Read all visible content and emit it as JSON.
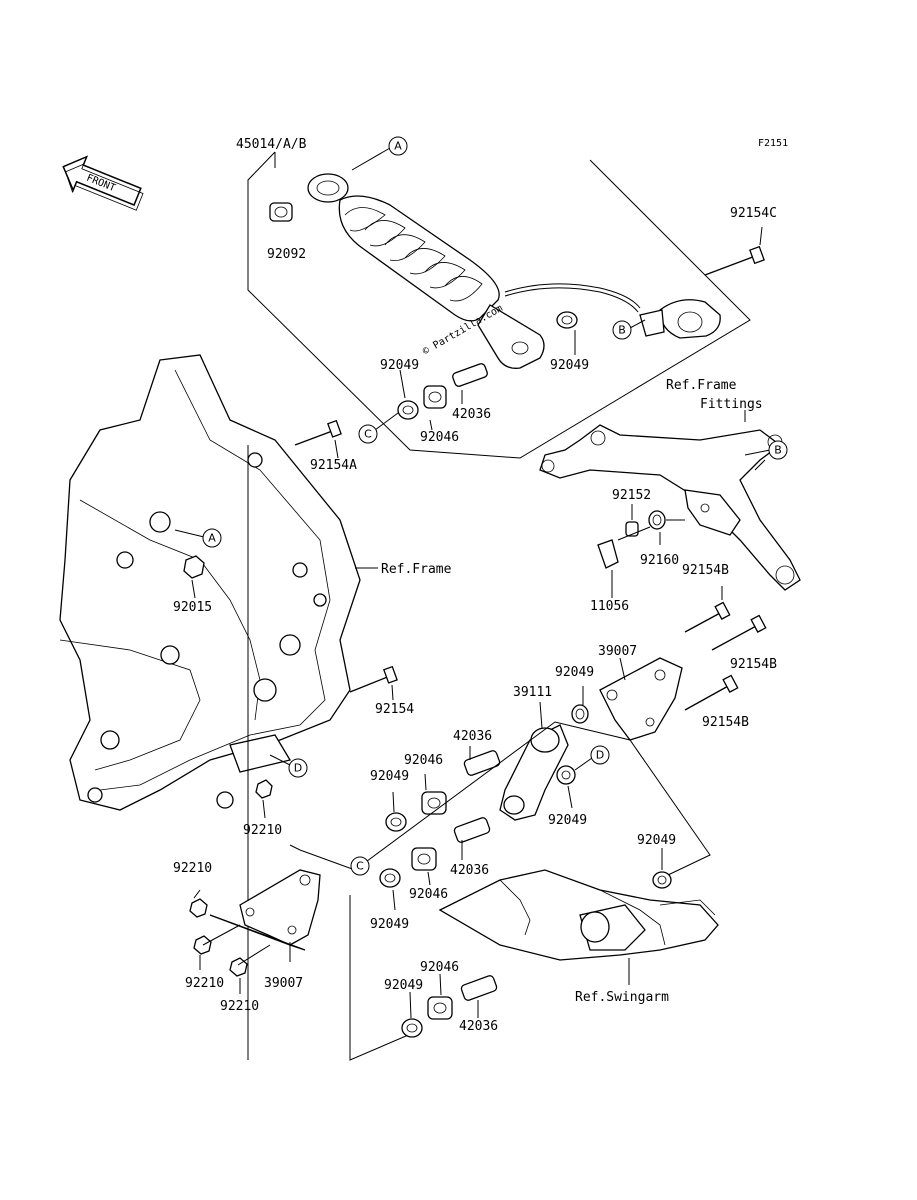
{
  "figure_code": "F2151",
  "front_label": "FRONT",
  "refs": {
    "frame_fittings_1": "Ref.Frame",
    "frame_fittings_2": "Fittings",
    "frame": "Ref.Frame",
    "swingarm": "Ref.Swingarm"
  },
  "callouts": {
    "A": "A",
    "B": "B",
    "C": "C",
    "D": "D"
  },
  "parts": {
    "p45014": "45014/A/B",
    "p92092": "92092",
    "p92154C": "92154C",
    "p92049_a": "92049",
    "p92049_b": "92049",
    "p42036_a": "42036",
    "p92046_a": "92046",
    "p92154A": "92154A",
    "p92152": "92152",
    "p92160": "92160",
    "p11056": "11056",
    "p92154B_a": "92154B",
    "p92154B_b": "92154B",
    "p92154B_c": "92154B",
    "p39007_a": "39007",
    "p92049_c": "92049",
    "p39111": "39111",
    "p42036_b": "42036",
    "p92046_b": "92046",
    "p92049_d": "92049",
    "p92049_e": "92049",
    "p92154": "92154",
    "p92015": "92015",
    "p92210_a": "92210",
    "p92210_b": "92210",
    "p92210_c": "92210",
    "p92210_d": "92210",
    "p42036_c": "42036",
    "p92046_c": "92046",
    "p92049_f": "92049",
    "p92049_g": "92049",
    "p39007_b": "39007",
    "p92046_d": "92046",
    "p92049_h": "92049",
    "p42036_d": "42036"
  },
  "watermark": "© Partzilla.com"
}
